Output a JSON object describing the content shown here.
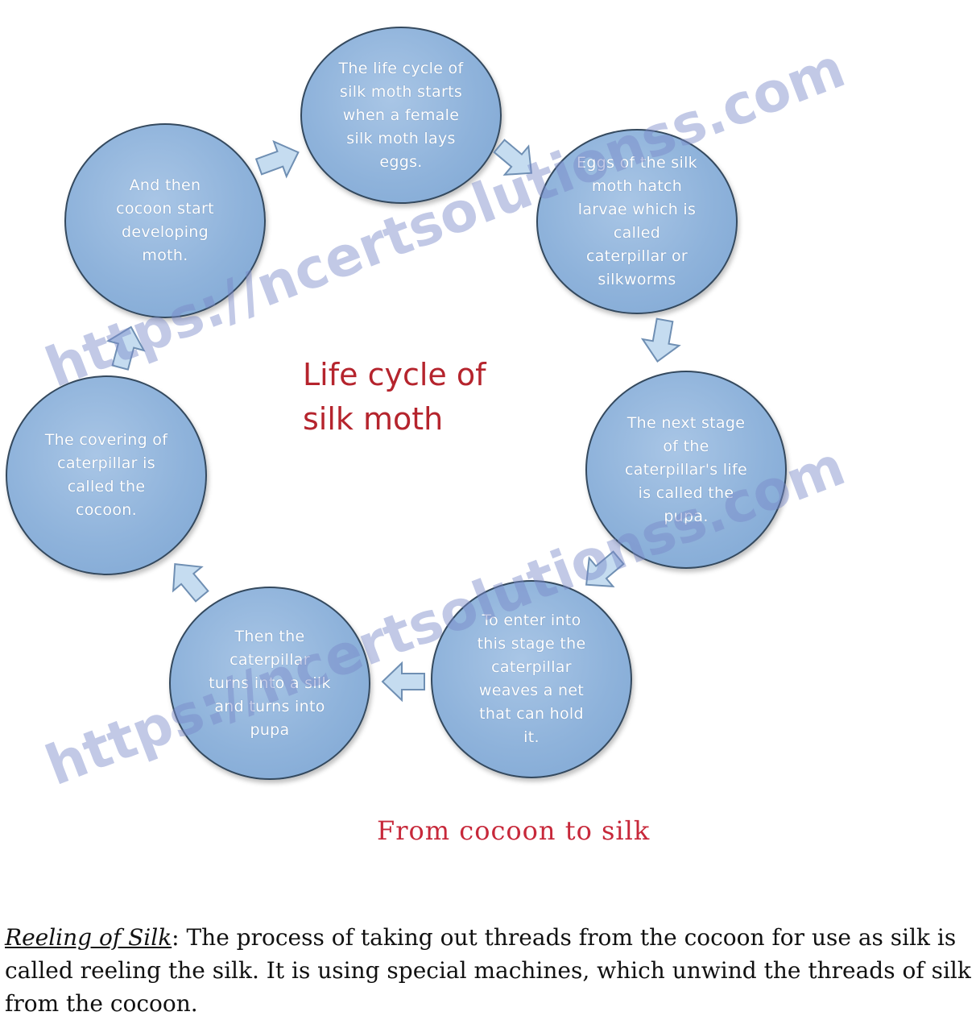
{
  "diagram": {
    "title": "Life cycle of\nsilk moth",
    "caption": "From cocoon to silk",
    "nodes": [
      "The life cycle of\nsilk moth starts\nwhen a female\nsilk moth lays\neggs.",
      "Eggs of the silk\nmoth hatch\nlarvae which is\ncalled\ncaterpillar or\nsilkworms",
      "The next stage\nof the\ncaterpillar's life\nis called the\npupa.",
      "To enter into\nthis stage the\ncaterpillar\nweaves a net\nthat can hold\nit.",
      "Then the\ncaterpillar\nturns into a silk\nand turns into\npupa",
      "The covering of\ncaterpillar is\ncalled the\ncocoon.",
      "And then\ncocoon start\ndeveloping\nmoth."
    ],
    "colors": {
      "node_fill": "#8fb3db",
      "node_border": "#34495e",
      "title": "#b5242d",
      "caption": "#c7283a",
      "arrow_fill": "#c5dcf0"
    }
  },
  "watermark": {
    "text_upper": "https://ncertsolutionss.com",
    "text_lower": "https://ncertsolutionss.com"
  },
  "paragraph": {
    "heading": "Reeling of Silk",
    "body": ": The process of taking out threads from the cocoon for use as silk is called reeling the silk. It is using special machines, which unwind the threads of silk from the cocoon."
  }
}
